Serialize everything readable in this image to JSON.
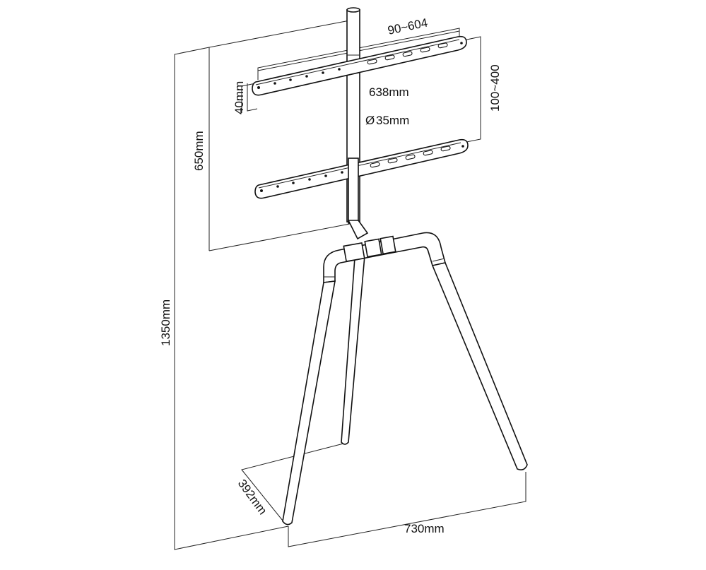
{
  "figure": {
    "subject": "tripod-tv-floor-stand",
    "dimensions": {
      "vesa_width": "90~604",
      "bracket_length": "638mm",
      "bracket_height": "40mm",
      "vesa_height": "100~400",
      "pole_diameter": "35mm",
      "diameter_symbol": "Ø",
      "upper_height": "650mm",
      "total_height": "1350mm",
      "base_depth": "392mm",
      "base_width": "730mm"
    }
  },
  "colors": {
    "line": "#111111",
    "background": "#ffffff"
  }
}
